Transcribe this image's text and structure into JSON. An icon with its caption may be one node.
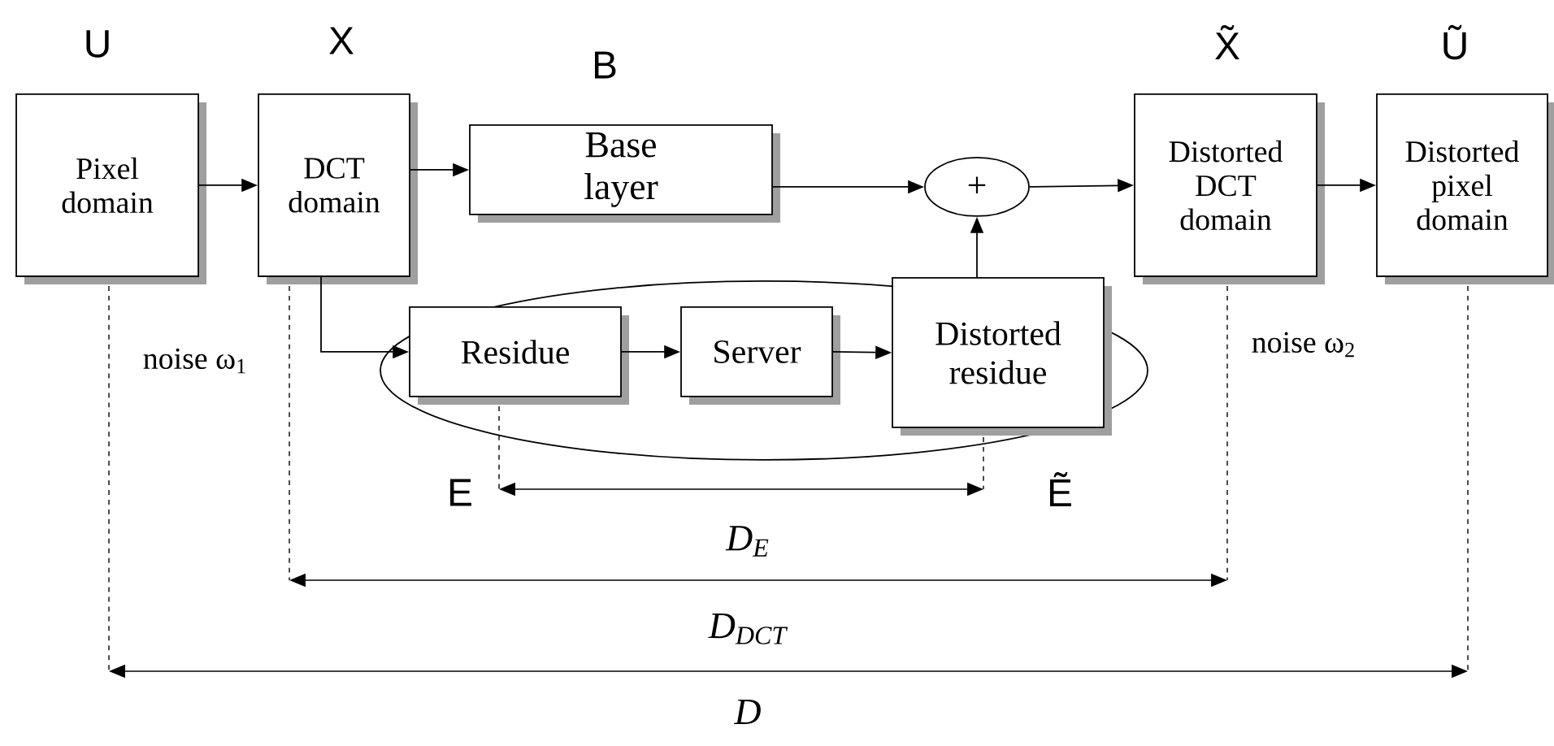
{
  "diagram": {
    "nodes": [
      {
        "text": [
          "Pixel domain"
        ],
        "beside": [
          "U"
        ]
      },
      {
        "text": [
          "DCT domain"
        ],
        "beside": [
          "X"
        ]
      },
      {
        "text": [
          "Base layer"
        ],
        "beside": [
          "B"
        ]
      },
      {
        "text": [
          "+"
        ]
      },
      {
        "text": [
          "Distorted DCT domain"
        ],
        "beside": [
          "X̃"
        ]
      },
      {
        "text": [
          "Distorted pixel domain"
        ],
        "beside": [
          "Ũ"
        ]
      },
      {
        "text": [
          "Residue"
        ]
      },
      {
        "text": [
          "Server"
        ]
      },
      {
        "text": [
          "Distorted residue"
        ]
      }
    ],
    "edges": [
      {
        "from": 0,
        "to": 1,
        "arrow": "to"
      },
      {
        "from": 1,
        "to": 2,
        "arrow": "to"
      },
      {
        "from": 2,
        "to": 3,
        "arrow": "to"
      },
      {
        "from": 3,
        "to": 4,
        "arrow": "to"
      },
      {
        "from": 4,
        "to": 5,
        "arrow": "to"
      },
      {
        "from": 1,
        "to": 6,
        "arrow": "to"
      },
      {
        "from": 6,
        "to": 7,
        "arrow": "to"
      },
      {
        "from": 7,
        "to": 8,
        "arrow": "to"
      },
      {
        "from": 8,
        "to": 3,
        "arrow": "to"
      }
    ],
    "labels": [
      "noise ω$_{1}$",
      "noise ω$_{2}$",
      "E",
      "Ẽ",
      "D$_{E}$",
      "D$_{DCT}$",
      "D"
    ]
  }
}
